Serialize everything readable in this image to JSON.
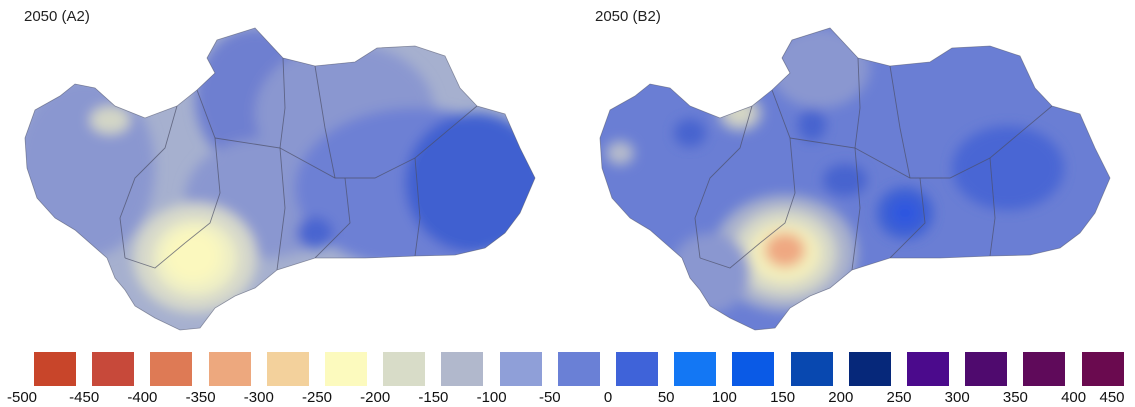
{
  "titles": {
    "left": "2050 (A2)",
    "right": "2050 (B2)"
  },
  "legend": {
    "colors": [
      "#c8452a",
      "#c7493a",
      "#de7a55",
      "#eda87e",
      "#f3d19c",
      "#fcfabe",
      "#d8dcc8",
      "#b1b8cc",
      "#8f9fd8",
      "#6a80d6",
      "#3f63d9",
      "#1377f4",
      "#0a5ae6",
      "#0848b0",
      "#06287a",
      "#4b0a8c",
      "#4f0a6e",
      "#5f0a5a",
      "#6a0a4f"
    ],
    "ticks": [
      "-500",
      "-450",
      "-400",
      "-350",
      "-300",
      "-250",
      "-200",
      "-150",
      "-100",
      "-50",
      "0",
      "50",
      "100",
      "150",
      "200",
      "250",
      "300",
      "350",
      "400",
      "450"
    ]
  }
}
